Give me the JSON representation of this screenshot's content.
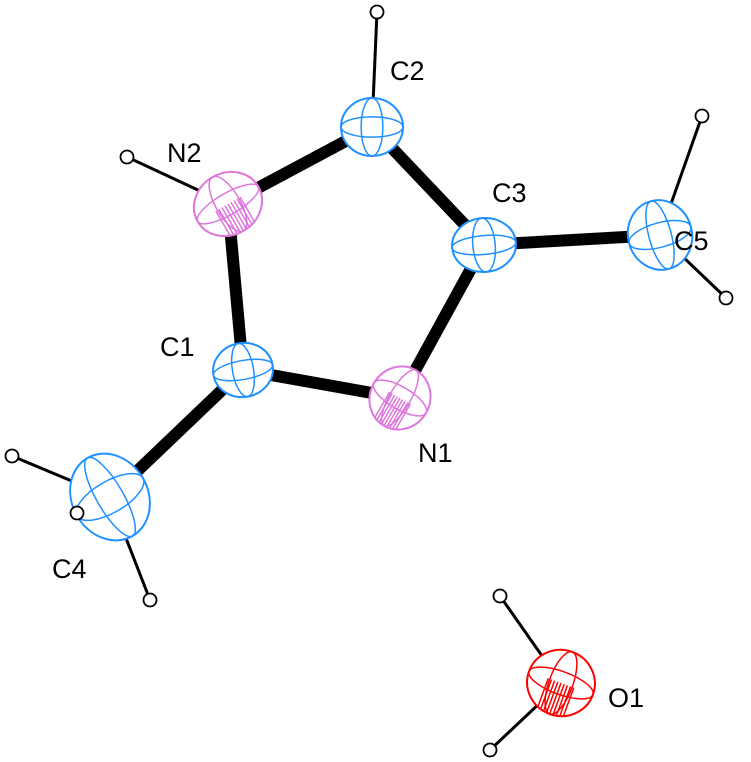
{
  "title": "ORTEP molecular structure",
  "colors": {
    "carbon": "#1e90ff",
    "nitrogen": "#dd77dd",
    "oxygen": "#ff0000",
    "bond": "#000000",
    "hydrogen": "#000000"
  },
  "atoms": [
    {
      "id": "C1",
      "label": "C1",
      "element": "carbon"
    },
    {
      "id": "C2",
      "label": "C2",
      "element": "carbon"
    },
    {
      "id": "C3",
      "label": "C3",
      "element": "carbon"
    },
    {
      "id": "C4",
      "label": "C4",
      "element": "carbon"
    },
    {
      "id": "C5",
      "label": "C5",
      "element": "carbon"
    },
    {
      "id": "N1",
      "label": "N1",
      "element": "nitrogen"
    },
    {
      "id": "N2",
      "label": "N2",
      "element": "nitrogen"
    },
    {
      "id": "O1",
      "label": "O1",
      "element": "oxygen"
    }
  ],
  "bonds": [
    [
      "N2",
      "C2"
    ],
    [
      "C2",
      "C3"
    ],
    [
      "C3",
      "N1"
    ],
    [
      "N1",
      "C1"
    ],
    [
      "C1",
      "N2"
    ],
    [
      "C1",
      "C4"
    ],
    [
      "C3",
      "C5"
    ]
  ]
}
